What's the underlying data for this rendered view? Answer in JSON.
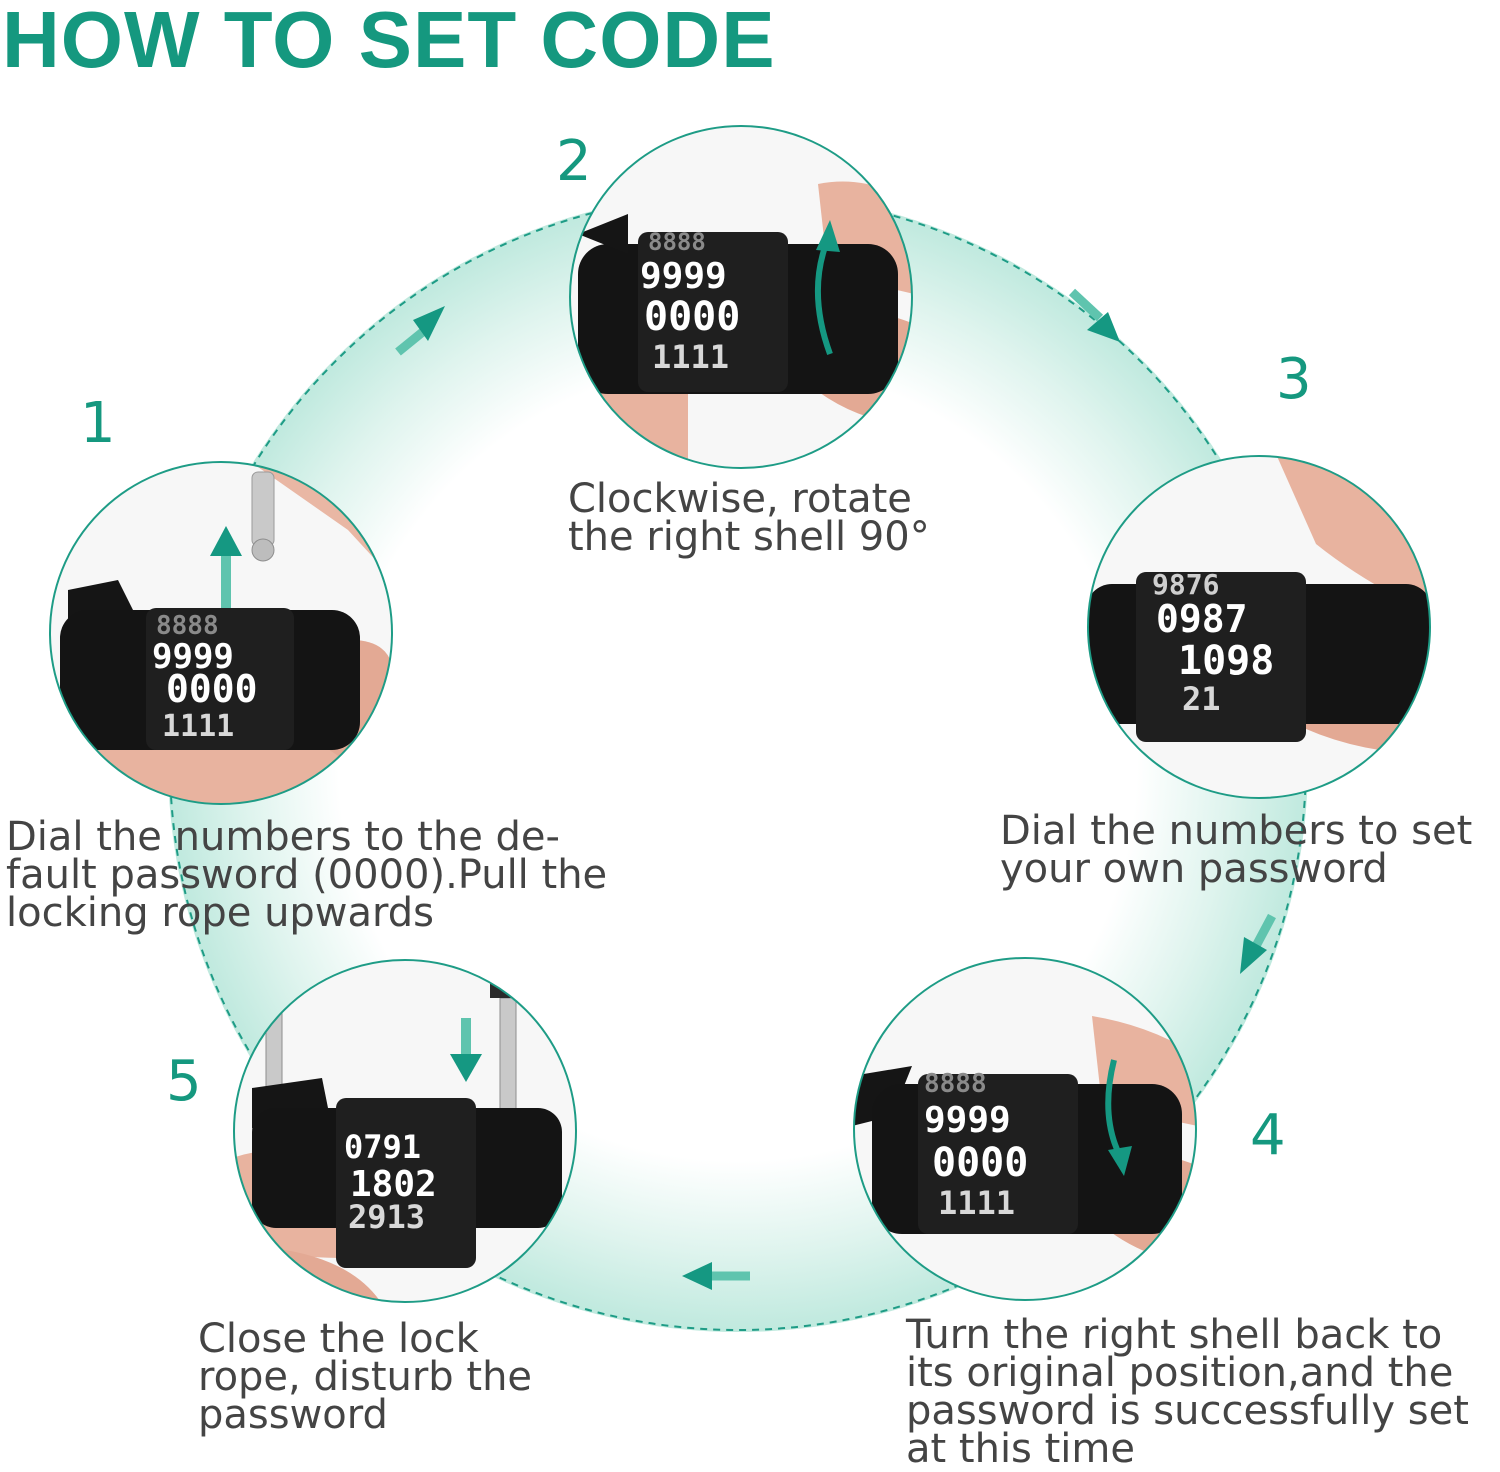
{
  "title": "HOW TO SET CODE",
  "colors": {
    "accent": "#15987f",
    "text": "#444444",
    "lock_body": "#141414",
    "dial_text": "#ffffff",
    "skin": "#e9b7a4"
  },
  "steps": [
    {
      "number": "1",
      "caption_lines": [
        "Dial the numbers to the de-",
        "fault password (0000).Pull the",
        "locking rope upwards"
      ],
      "dial_rows": [
        "8888",
        "9999",
        "0000",
        "1111"
      ]
    },
    {
      "number": "2",
      "caption_lines": [
        "Clockwise, rotate",
        "the right shell 90°"
      ],
      "dial_rows": [
        "8888",
        "9999",
        "0000",
        "1111"
      ]
    },
    {
      "number": "3",
      "caption_lines": [
        "Dial the numbers to set",
        "your own password"
      ],
      "dial_rows": [
        "9876",
        "0987",
        "1098",
        "21"
      ]
    },
    {
      "number": "4",
      "caption_lines": [
        "Turn the right shell back to",
        "its original position,and the",
        "password is successfully set",
        "at this time"
      ],
      "dial_rows": [
        "8888",
        "9999",
        "0000",
        "1111"
      ]
    },
    {
      "number": "5",
      "caption_lines": [
        "Close the lock",
        "rope, disturb the",
        "password"
      ],
      "dial_rows": [
        "0791",
        "1802",
        "2913"
      ]
    }
  ]
}
